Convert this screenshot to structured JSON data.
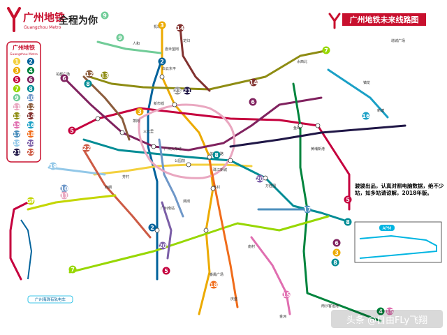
{
  "brand": {
    "logo_cn": "广州地铁",
    "logo_en": "Guangzhou Metro",
    "slogan": "全程为你",
    "title": "广州地铁未来线路图",
    "legend_cn": "广州地铁",
    "legend_en": "Guangzhou Metro"
  },
  "colors": {
    "brand_red": "#c8102e",
    "line1": "#f3d03e",
    "line2": "#00629b",
    "line3": "#ecaa00",
    "line4": "#00843d",
    "line5": "#c5003e",
    "line6": "#80225f",
    "line7": "#97d700",
    "line8": "#008c95",
    "line9": "#71cc98",
    "line10": "#6e97c8",
    "line11": "#e9a7c0",
    "line12": "#8b5c3c",
    "line13": "#8e8c13",
    "line14": "#81312f",
    "line15": "#e06eb0",
    "line16": "#1aa0c6",
    "line17": "#4c8fbd",
    "line18": "#f06c1a",
    "line19": "#93c8e8",
    "line20": "#7b5ea7",
    "line21": "#201747",
    "line22": "#cd5b45",
    "gf": "#c4d600",
    "apm": "#00b5e2"
  },
  "legend_lines": [
    "1",
    "2",
    "3",
    "4",
    "5",
    "6",
    "7",
    "8",
    "9",
    "10",
    "11",
    "12",
    "13",
    "14",
    "15",
    "16",
    "17",
    "18",
    "19",
    "20",
    "21",
    "22"
  ],
  "notes": {
    "credit": "骏骏出品，认真对照电脑数据，绝不少站，如多站请谅解，2018年版。",
    "sw_box": "广州海珠有轨电车",
    "sw_apm": "APM"
  },
  "station_labels": {
    "n1": "嘉禾望岗",
    "n2": "白云东平",
    "n3": "龙归",
    "n4": "人和",
    "n5": "新市墟",
    "n6": "萧岗",
    "n7": "三元里",
    "n8": "广州火车站",
    "n9": "公园前",
    "n10": "体育西路",
    "n11": "珠江新城",
    "n12": "客村",
    "n13": "万胜围",
    "n14": "番禺广场",
    "n15": "南沙客运港",
    "n16": "黄埔新港",
    "n17": "水西北",
    "n18": "镇龙",
    "n19": "新塘",
    "n20": "增城广场",
    "n21": "花都广场",
    "n22": "机场南",
    "n23": "广州南站",
    "n24": "燕岗",
    "n25": "芳村",
    "n26": "西朗",
    "n27": "金洲",
    "n28": "庆盛",
    "n29": "南村",
    "n30": "鱼珠"
  },
  "watermark": "头条 @自由FLy飞翔"
}
